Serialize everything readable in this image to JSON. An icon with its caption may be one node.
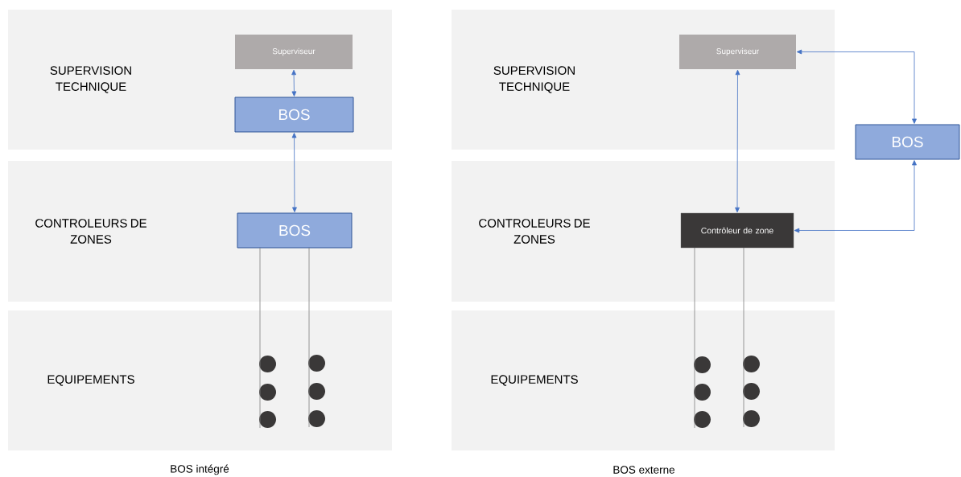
{
  "diagram": {
    "nodes": [
      {
        "text": [
          "SUPERVISION TECHNIQUE"
        ]
      },
      {
        "text": [
          "CONTROLEURS DE ZONES"
        ]
      },
      {
        "text": [
          "EQUIPEMENTS"
        ]
      },
      {
        "text": [
          "Superviseur"
        ],
        "in": 0
      },
      {
        "text": [
          "BOS"
        ],
        "in": 0
      },
      {
        "text": [
          "BOS"
        ],
        "in": 1
      },
      {
        "text": [
          "SUPERVISION TECHNIQUE"
        ]
      },
      {
        "text": [
          "CONTROLEURS DE ZONES"
        ]
      },
      {
        "text": [
          "EQUIPEMENTS"
        ]
      },
      {
        "text": [
          "Superviseur"
        ],
        "in": 6
      },
      {
        "text": [
          "Contrôleur de zone"
        ],
        "in": 7
      },
      {
        "text": [
          "BOS"
        ]
      },
      {
        "text": [],
        "shape": "circle",
        "in": 2
      },
      {
        "text": [],
        "shape": "circle",
        "in": 2
      },
      {
        "text": [],
        "shape": "circle",
        "in": 2
      },
      {
        "text": [],
        "shape": "circle",
        "in": 2
      },
      {
        "text": [],
        "shape": "circle",
        "in": 2
      },
      {
        "text": [],
        "shape": "circle",
        "in": 2
      },
      {
        "text": [],
        "shape": "circle",
        "in": 8
      },
      {
        "text": [],
        "shape": "circle",
        "in": 8
      },
      {
        "text": [],
        "shape": "circle",
        "in": 8
      },
      {
        "text": [],
        "shape": "circle",
        "in": 8
      },
      {
        "text": [],
        "shape": "circle",
        "in": 8
      },
      {
        "text": [],
        "shape": "circle",
        "in": 8
      }
    ],
    "edges": [
      {
        "from": 3,
        "to": 4,
        "arrow": "both"
      },
      {
        "from": 4,
        "to": 5,
        "arrow": "both"
      },
      {
        "from": 9,
        "to": 10,
        "arrow": "both"
      },
      {
        "from": 9,
        "to": 11,
        "arrow": "both"
      },
      {
        "from": 11,
        "to": 10,
        "arrow": "both"
      },
      {
        "from": 5,
        "to": 14,
        "arrow": "none",
        "color": "#7f7f7f"
      },
      {
        "from": 5,
        "to": 17,
        "arrow": "none",
        "color": "#7f7f7f"
      },
      {
        "from": 10,
        "to": 20,
        "arrow": "none",
        "color": "#7f7f7f"
      },
      {
        "from": 10,
        "to": 23,
        "arrow": "none",
        "color": "#7f7f7f"
      }
    ],
    "labels": [
      "BOS intégré",
      "BOS externe"
    ]
  }
}
